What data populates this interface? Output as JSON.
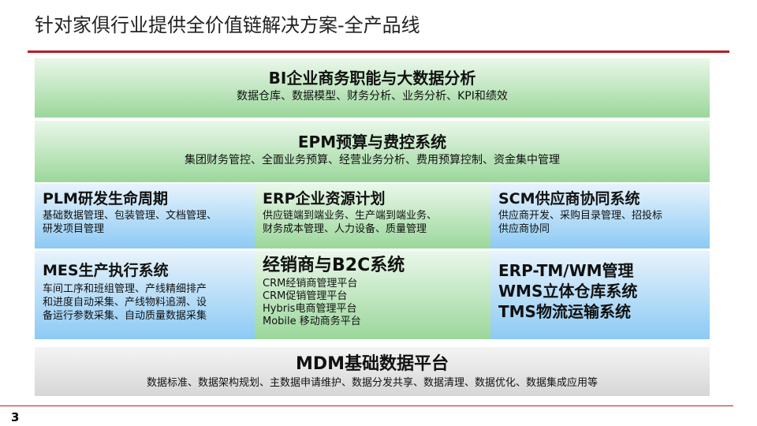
{
  "title": "针对家俱行业提供全价值链解决方案-全产品线",
  "bi": {
    "title": "BI企业商务职能与大数据分析",
    "desc": "数据仓库、数据模型、财务分析、业务分析、KPI和绩效"
  },
  "epm": {
    "title": "EPM预算与费控系统",
    "desc": "集团财务管控、全面业务预算、经营业务分析、费用预算控制、资金集中管理"
  },
  "plm": {
    "title": "PLM研发生命周期",
    "lines": [
      "基础数据管理、包装管理、文档管理、",
      "研发项目管理"
    ]
  },
  "erp": {
    "title": "ERP企业资源计划",
    "lines": [
      "供应链端到端业务、生产端到端业务、",
      "财务成本管理、人力设备、质量管理"
    ]
  },
  "scm": {
    "title": "SCM供应商协同系统",
    "lines": [
      "供应商开发、采购目录管理、招投标",
      "供应商协同"
    ]
  },
  "mes": {
    "title": "MES生产执行系统",
    "lines": [
      "车间工序和班组管理、产线精细排产",
      "和进度自动采集、产线物料追溯、设",
      "备运行参数采集、自动质量数据采集"
    ]
  },
  "b2c": {
    "title": "经销商与B2C系统",
    "lines": [
      "CRM经销商管理平台",
      "CRM促销管理平台",
      "Hybris电商管理平台",
      "Mobile 移动商务平台"
    ]
  },
  "tm": {
    "lines": [
      "ERP-TM/WM管理",
      "WMS立体仓库系统",
      "TMS物流运输系统"
    ]
  },
  "mdm": {
    "title": "MDM基础数据平台",
    "desc": "数据标准、数据架构规划、主数据申请维护、数据分发共享、数据清理、数据优化、数据集成应用等"
  },
  "page": "3"
}
